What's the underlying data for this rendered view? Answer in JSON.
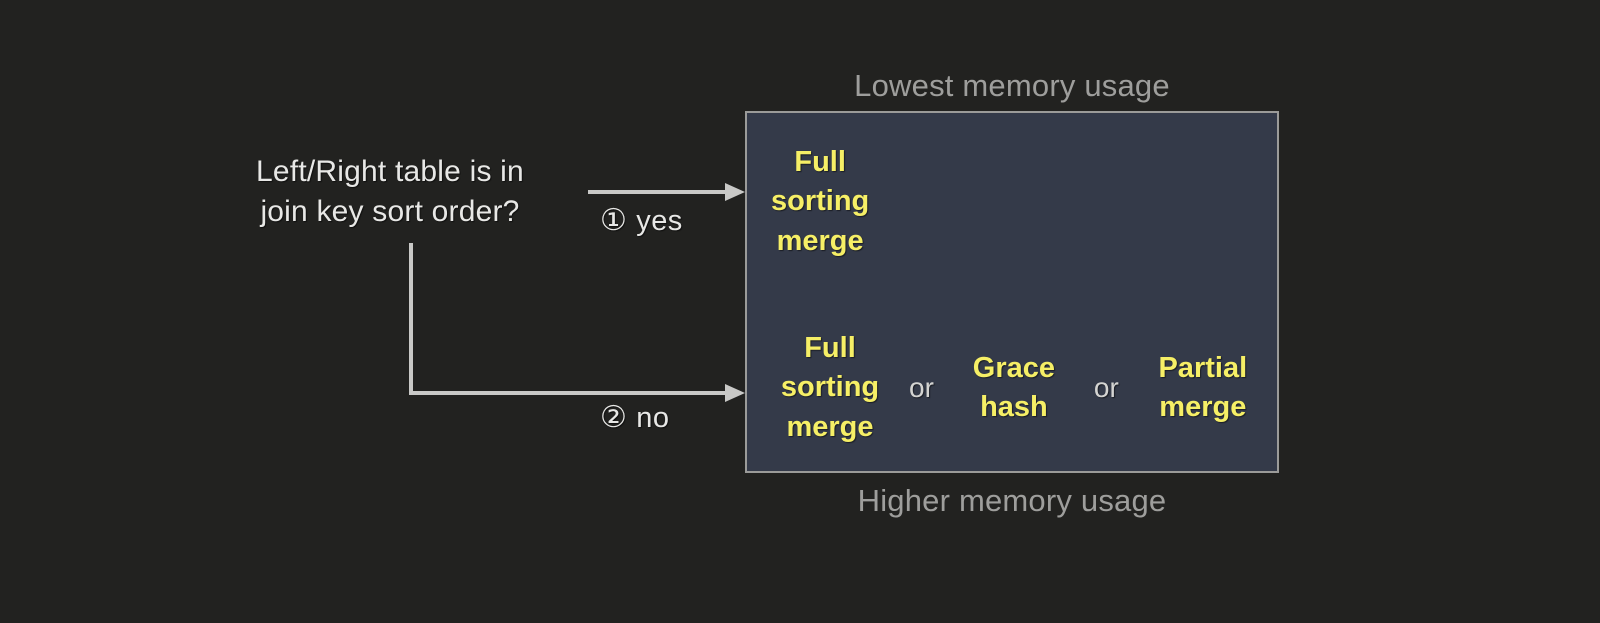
{
  "diagram": {
    "question": "Left/Right table is in\njoin key sort order?",
    "branches": [
      {
        "marker": "①",
        "label": "yes"
      },
      {
        "marker": "②",
        "label": "no"
      }
    ],
    "captions": {
      "top": "Lowest memory usage",
      "bottom": "Higher memory usage"
    },
    "outcomes": {
      "sorted": {
        "options": [
          "Full\nsorting\nmerge"
        ],
        "separators": []
      },
      "unsorted": {
        "options": [
          "Full\nsorting\nmerge",
          "Grace\nhash",
          "Partial\nmerge"
        ],
        "separators": [
          "or",
          "or"
        ]
      }
    },
    "colors": {
      "background": "#222220",
      "box_fill": "#343a49",
      "box_border": "#9b9b99",
      "algorithm_text": "#f6ef66",
      "body_text": "#e8e8e6",
      "caption_text": "#9e9e9c",
      "connector": "#c9c9c7"
    }
  }
}
